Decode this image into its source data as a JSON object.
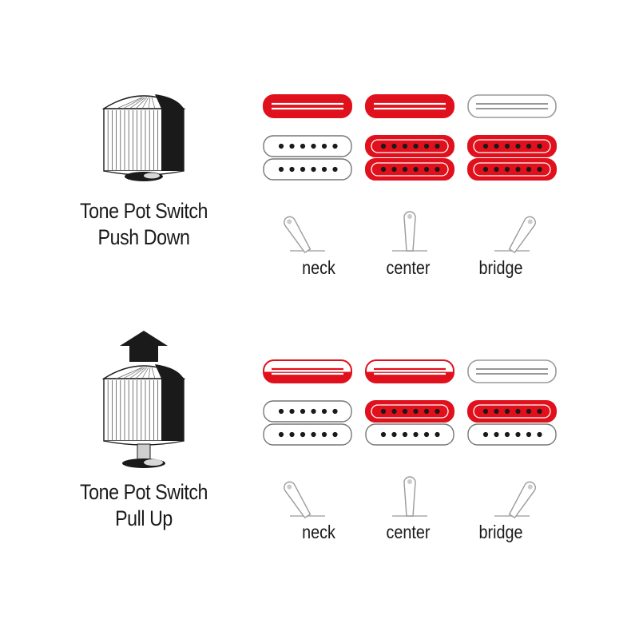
{
  "colors": {
    "active": "#e0101c",
    "inactive": "#ffffff",
    "outline": "#1a1a1a",
    "pole": "#1a1a1a",
    "arrow": "#1a1a1a"
  },
  "sections": [
    {
      "id": "push-down",
      "knob_state": "down",
      "knob_label_line1": "Tone Pot Switch",
      "knob_label_line2": "Push Down",
      "positions": [
        {
          "label": "neck",
          "lever": "left",
          "single": "active",
          "hum_top": "inactive",
          "hum_bottom": "inactive"
        },
        {
          "label": "center",
          "lever": "center",
          "single": "active",
          "hum_top": "active",
          "hum_bottom": "active"
        },
        {
          "label": "bridge",
          "lever": "right",
          "single": "inactive",
          "hum_top": "active",
          "hum_bottom": "active"
        }
      ]
    },
    {
      "id": "pull-up",
      "knob_state": "up",
      "knob_label_line1": "Tone Pot Switch",
      "knob_label_line2": "Pull Up",
      "positions": [
        {
          "label": "neck",
          "lever": "left",
          "single": "partial",
          "hum_top": "inactive",
          "hum_bottom": "inactive"
        },
        {
          "label": "center",
          "lever": "center",
          "single": "partial",
          "hum_top": "active",
          "hum_bottom": "inactive"
        },
        {
          "label": "bridge",
          "lever": "right",
          "single": "inactive",
          "hum_top": "active",
          "hum_bottom": "inactive"
        }
      ]
    }
  ]
}
